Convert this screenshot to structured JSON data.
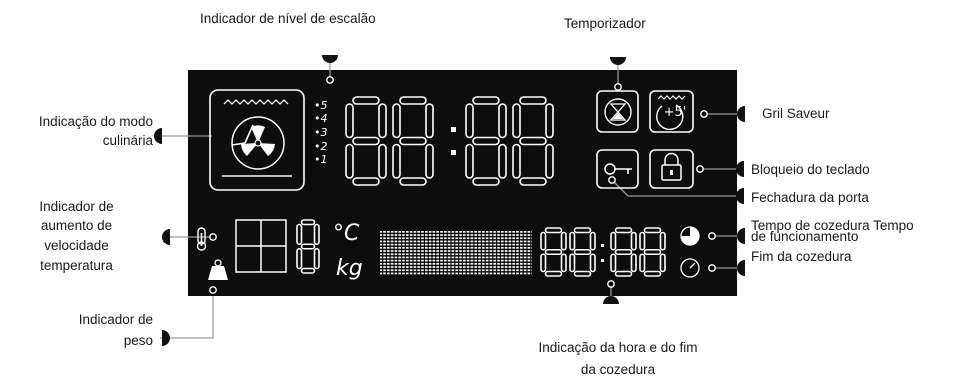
{
  "labels": {
    "level": "Indicador de nível de escalão",
    "timer": "Temporizador",
    "mode_1": "Indicação do modo",
    "mode_2": "culinária",
    "grill": "Gril Saveur",
    "keylock": "Bloqueio do teclado",
    "doorlock": "Fechadura da porta",
    "temp_1": "Indicador de",
    "temp_2": "aumento de",
    "temp_3": "velocidade",
    "temp_4": "temperatura",
    "cooking_time": "Tempo de cozedura Tempo",
    "operating_time": "de funcionamento",
    "end_time": "Fim da cozedura",
    "weight_1": "Indicador de",
    "weight_2": "peso",
    "clock_1": "Indicação da hora e do fim",
    "clock_2": "da cozedura"
  },
  "display": {
    "levels": [
      "•5",
      "•4",
      "•3",
      "•2",
      "•1"
    ],
    "celsius": "°C",
    "kg": "kg",
    "timer_plus": "+5'",
    "colors": {
      "panel": "#0d0d0d",
      "segments": "#ffffff",
      "text": "#1a1a1a"
    },
    "icons": [
      "hourglass-icon",
      "grill-plus5-icon",
      "key-icon",
      "padlock-icon",
      "fan-icon",
      "thermometer-icon",
      "weight-icon",
      "pie-icon",
      "clock-icon"
    ]
  }
}
